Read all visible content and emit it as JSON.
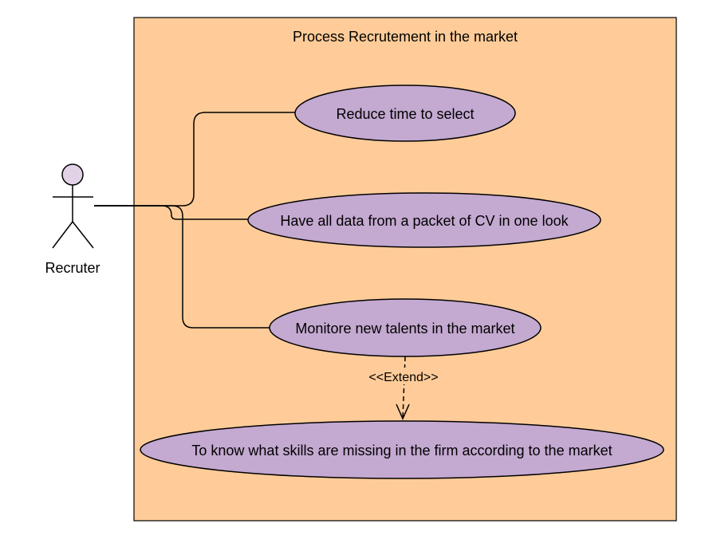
{
  "system": {
    "title": "Process Recrutement in the market",
    "fill_color": "#FFCC99",
    "border_color": "#000000"
  },
  "actor": {
    "name": "Recruter",
    "head_color": "#E2D2E6"
  },
  "use_cases": [
    {
      "label": "Reduce time to select"
    },
    {
      "label": "Have all data from a packet of CV in one look"
    },
    {
      "label": "Monitore new talents in the market"
    },
    {
      "label": "To know what skills are missing in the firm according to the market"
    }
  ],
  "use_case_fill": "#C4A9D1",
  "relationships": {
    "extend_label": "<<Extend>>"
  }
}
